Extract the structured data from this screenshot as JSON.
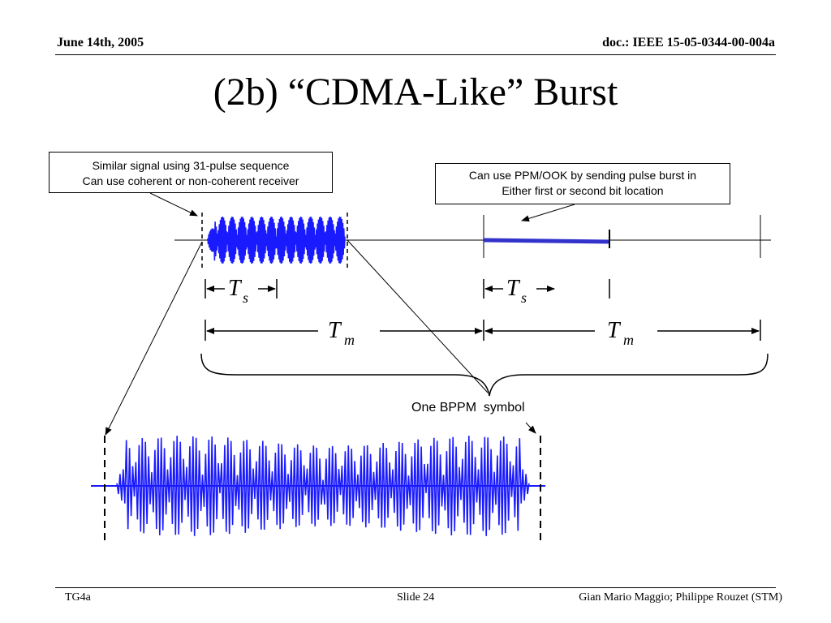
{
  "header": {
    "date": "June 14th, 2005",
    "doc": "doc.: IEEE 15-05-0344-00-004a"
  },
  "title": "(2b) “CDMA-Like” Burst",
  "callouts": {
    "sequence": {
      "line1": "Similar signal using 31-pulse sequence",
      "line2": "Can use coherent or non-coherent receiver"
    },
    "ppm": {
      "line1": "Can use PPM/OOK by sending pulse burst in",
      "line2": "Either first or second bit location"
    }
  },
  "timing": {
    "ts_main": "T",
    "ts_sub": "s",
    "tm_main": "T",
    "tm_sub": "m"
  },
  "symbol_label": "One BPPM  symbol",
  "colors": {
    "signal": "#1a1aff",
    "ppm_bar": "#3333cc",
    "ink": "#000000"
  },
  "footer": {
    "left": "TG4a",
    "center": "Slide 24",
    "right": "Gian Mario Maggio; Philippe Rouzet (STM)"
  }
}
